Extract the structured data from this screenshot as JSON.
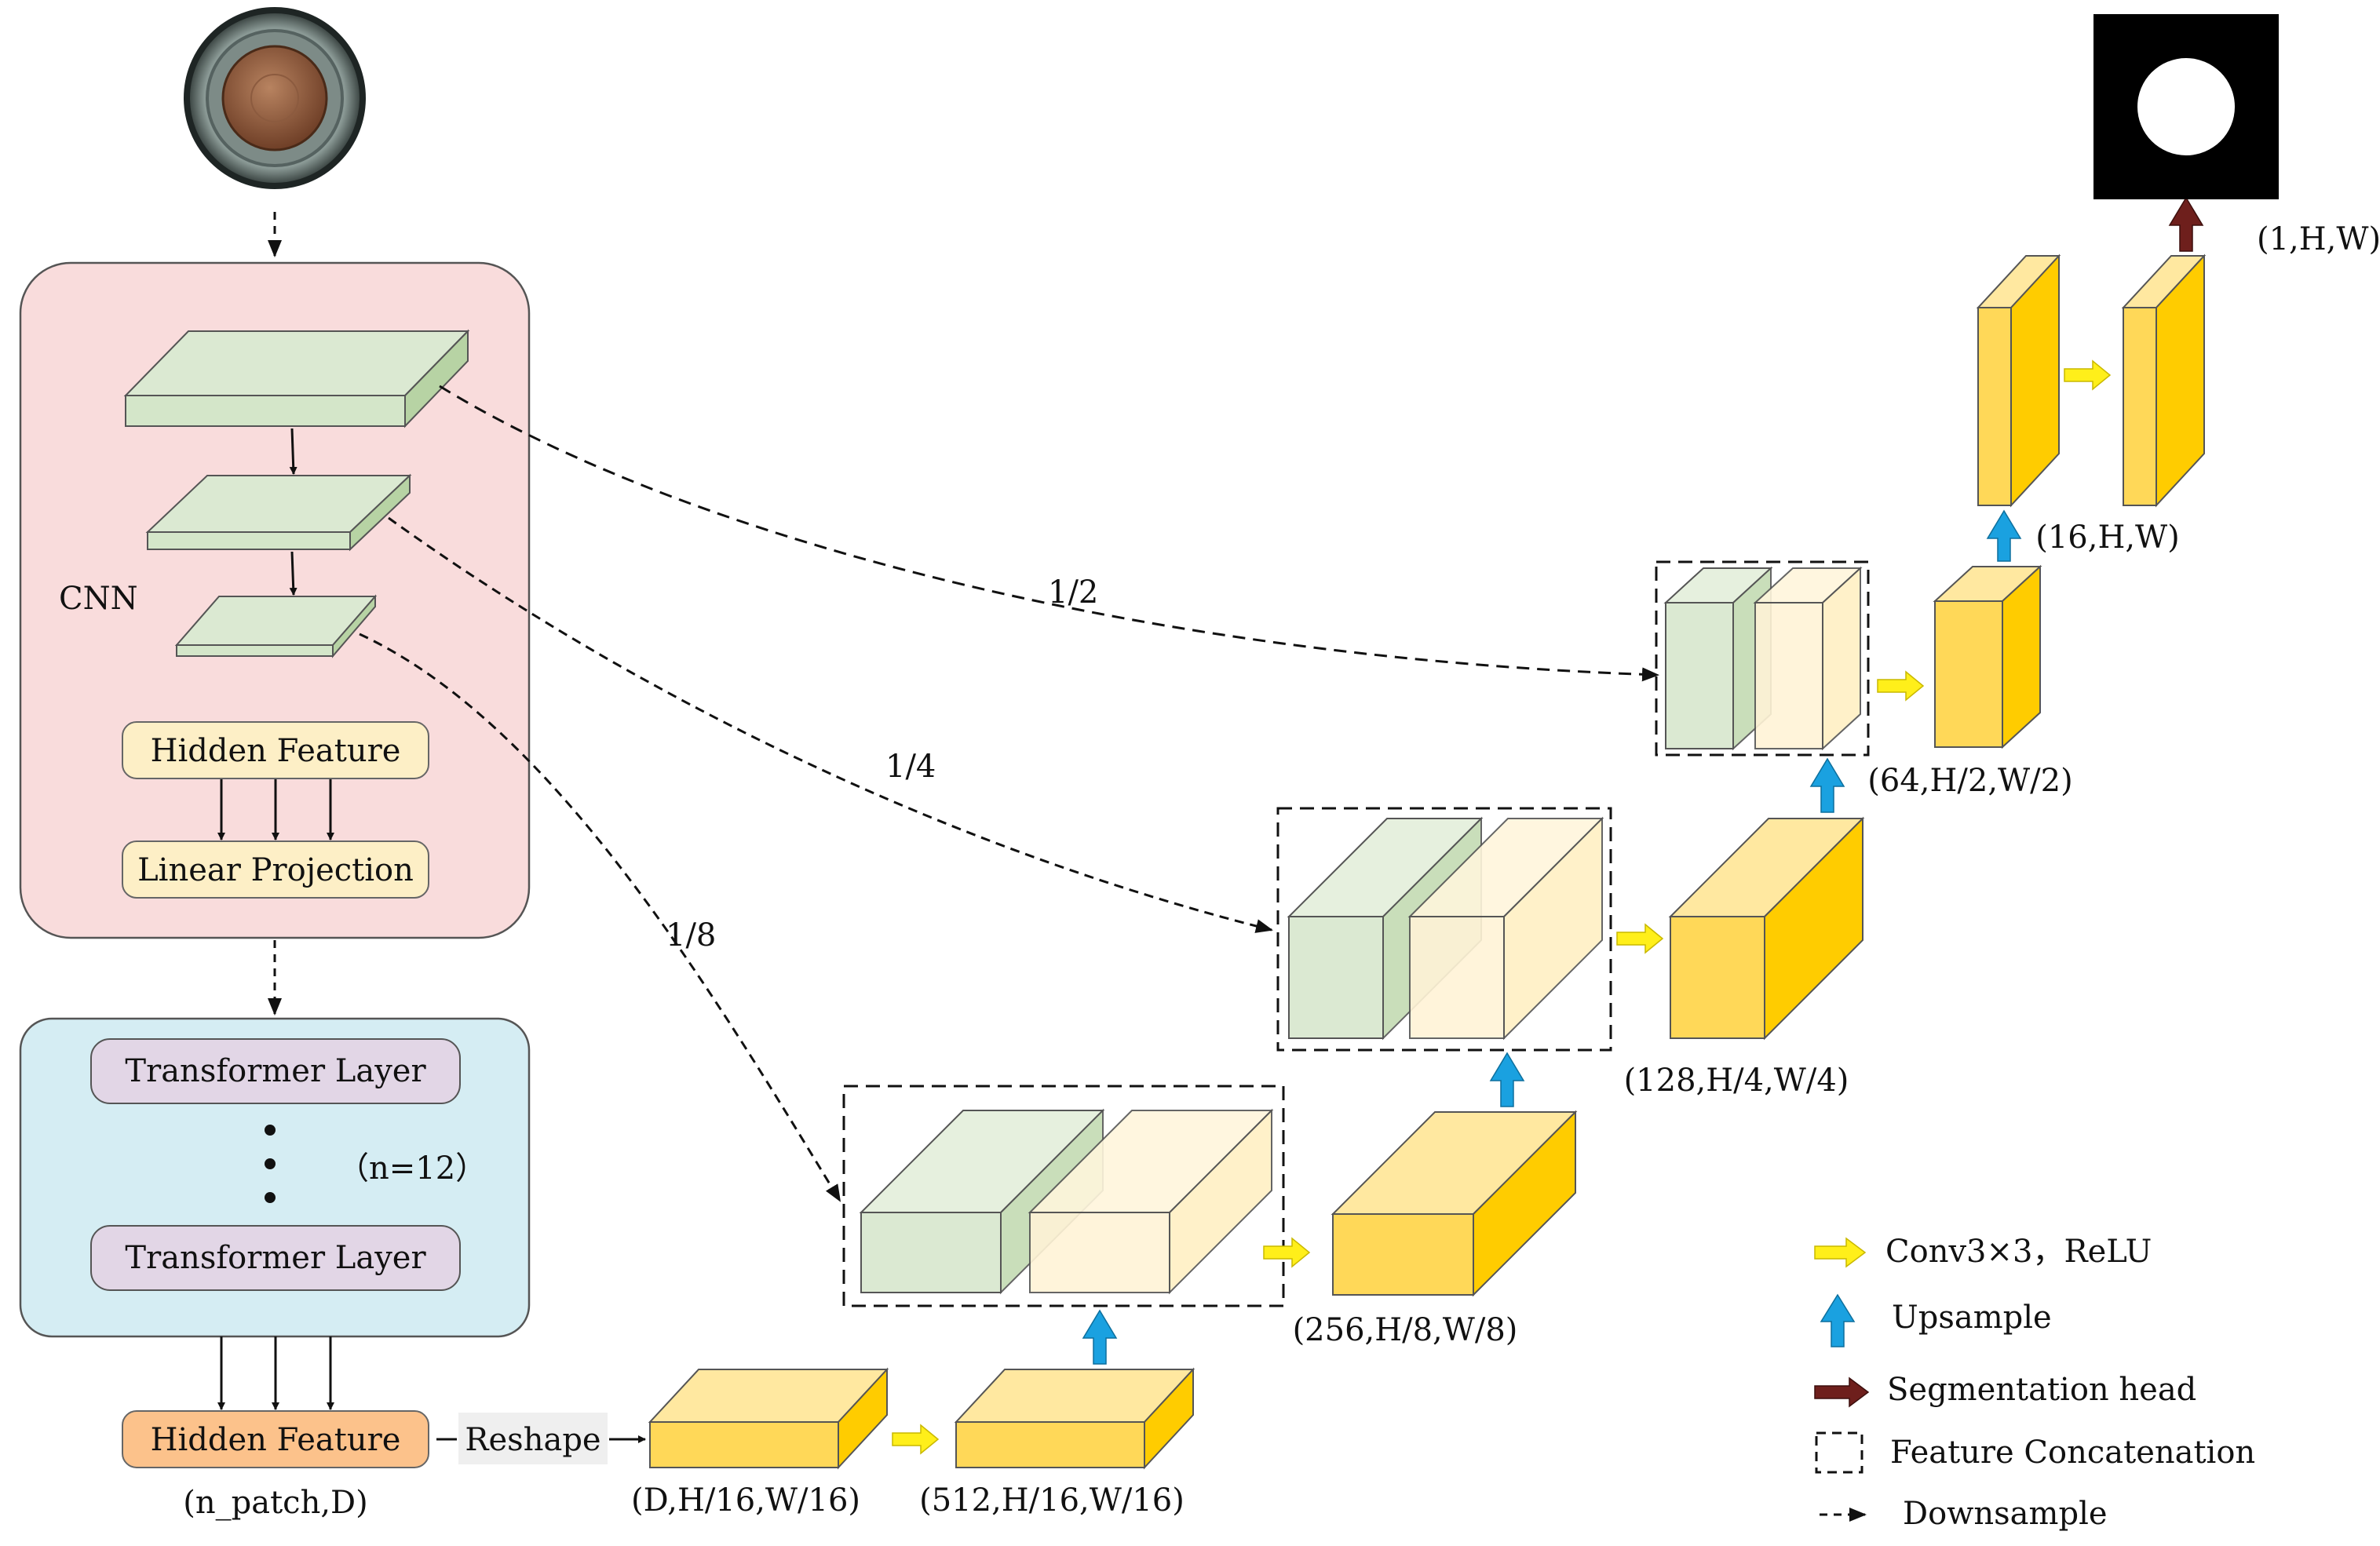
{
  "encoder": {
    "cnn_label": "CNN",
    "hidden_feature": "Hidden Feature",
    "linear_projection": "Linear Projection"
  },
  "transformer": {
    "layer_top": "Transformer Layer",
    "layer_bottom": "Transformer Layer",
    "count": "（n=12）"
  },
  "bottleneck": {
    "hidden_feature": "Hidden Feature",
    "hidden_shape": "(n_patch,D)",
    "reshape": "Reshape"
  },
  "skips": {
    "half": "1/2",
    "quarter": "1/4",
    "eighth": "1/8"
  },
  "shapes": {
    "d16": "(D,H/16,W/16)",
    "c512": "(512,H/16,W/16)",
    "c256": "(256,H/8,W/8)",
    "c128": "(128,H/4,W/4)",
    "c64": "(64,H/2,W/2)",
    "c16": "(16,H,W)",
    "c1": "(1,H,W)"
  },
  "legend": {
    "conv": "Conv3×3，ReLU",
    "upsample": "Upsample",
    "seg_head": "Segmentation head",
    "concat": "Feature Concatenation",
    "downsample": "Downsample"
  },
  "colors": {
    "cnn_panel": "#f9dcdc",
    "transformer_panel": "#d5edf3",
    "green_feature": "#dbe9d2",
    "yellow_feature": "#fedb60",
    "light_yellow_feature": "#fff3d6",
    "conv_arrow": "#ffef1a",
    "upsample_arrow": "#1aa1e0",
    "seg_arrow": "#6e1f1c",
    "hidden_bottleneck": "#fcc28b"
  }
}
